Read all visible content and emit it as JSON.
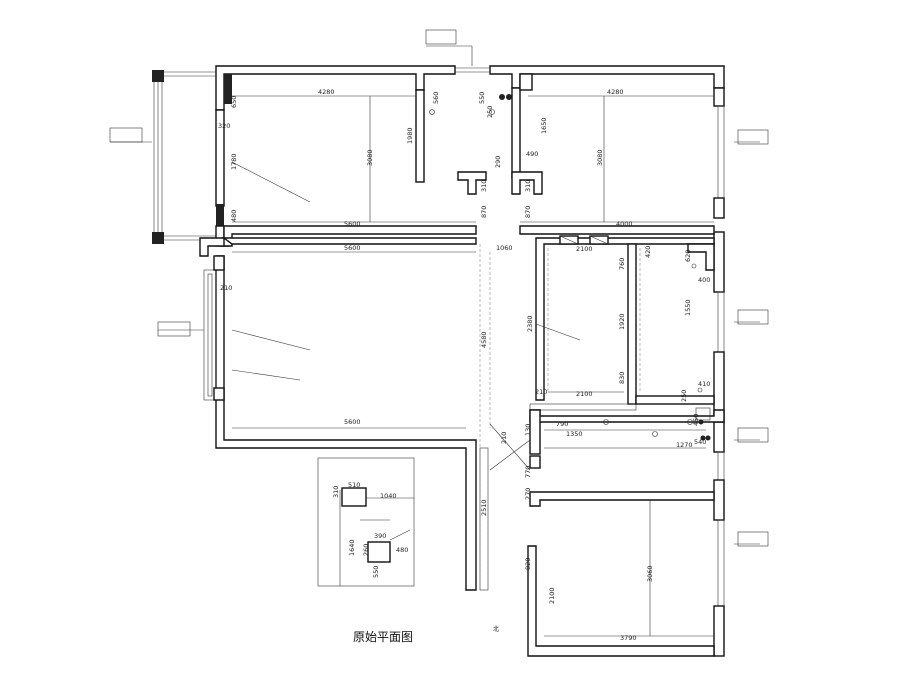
{
  "title": "原始平面图",
  "north_mark": "北",
  "colors": {
    "line": "#111111",
    "background": "#ffffff"
  },
  "dimensions": {
    "top_left_width": "4280",
    "top_right_width": "4280",
    "left_wall_top": "650",
    "left_wall_320": "320",
    "left_wall_1780": "1780",
    "left_wall_480": "480",
    "room1_height": "3080",
    "room1_1980": "1980",
    "room1_bottom": "5600",
    "mid_560": "560",
    "mid_550": "550",
    "mid_250": "250",
    "mid_290": "290",
    "mid_310a": "310",
    "mid_310b": "310",
    "mid_870a": "870",
    "mid_870b": "870",
    "room2_1650": "1650",
    "room2_490": "490",
    "room2_height": "3080",
    "room2_bottom": "4000",
    "living_top": "5600",
    "living_1060": "1060",
    "living_210": "210",
    "living_height": "4580",
    "living_bottom": "5600",
    "kitchen_2100_top": "2100",
    "kitchen_760": "760",
    "kitchen_2380": "2380",
    "kitchen_1920": "1920",
    "kitchen_830": "830",
    "kitchen_210": "210",
    "kitchen_2100_bottom": "2100",
    "bath_420": "420",
    "bath_620": "620",
    "bath_400": "400",
    "bath_1550": "1550",
    "bath_410": "410",
    "bath_250": "250",
    "lower_790": "790",
    "lower_1350": "1350",
    "lower_1270": "1270",
    "lower_450": "450",
    "lower_540": "540",
    "lower_130": "130",
    "lower_210": "210",
    "lower_770": "770",
    "lower_270": "270",
    "corridor_2510": "2510",
    "room3_820": "820",
    "room3_2100": "2100",
    "room3_3060": "3060",
    "room3_3790": "3790",
    "detail_510": "510",
    "detail_310": "310",
    "detail_1040": "1040",
    "detail_1640": "1640",
    "detail_390": "390",
    "detail_260": "260",
    "detail_480": "480",
    "detail_550": "550"
  }
}
